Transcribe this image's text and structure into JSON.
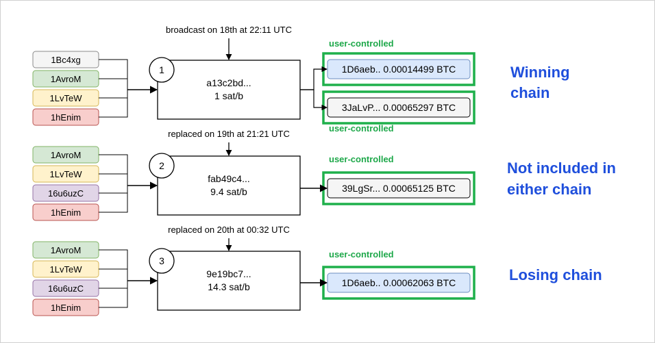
{
  "colors": {
    "input_white": "#f5f5f5",
    "input_green": "#d5e8d4",
    "input_yellow": "#fff2cc",
    "input_purple": "#e1d5e7",
    "input_red": "#f8cecc",
    "output_blue": "#dae8fc",
    "highlight_green": "#1fb04b",
    "label_green": "#1ea84a",
    "annotation_blue": "#1f4fdc"
  },
  "transactions": [
    {
      "event": "broadcast on 18th at 22:11 UTC",
      "number": "1",
      "txid": "a13c2bd...",
      "feerate": "1 sat/b",
      "inputs": [
        {
          "label": "1Bc4xg",
          "color": "white"
        },
        {
          "label": "1AvroM",
          "color": "green"
        },
        {
          "label": "1LvTeW",
          "color": "yellow"
        },
        {
          "label": "1hEnim",
          "color": "red"
        }
      ],
      "outputs": [
        {
          "label": "1D6aeb.. 0.00014499 BTC",
          "color": "blue",
          "tag": "user-controlled",
          "tag_position": "above"
        },
        {
          "label": "3JaLvP... 0.00065297 BTC",
          "color": "white",
          "tag": "user-controlled",
          "tag_position": "below"
        }
      ],
      "annotation": [
        "Winning",
        "chain"
      ]
    },
    {
      "event": "replaced on 19th at 21:21 UTC",
      "number": "2",
      "txid": "fab49c4...",
      "feerate": "9.4 sat/b",
      "inputs": [
        {
          "label": "1AvroM",
          "color": "green"
        },
        {
          "label": "1LvTeW",
          "color": "yellow"
        },
        {
          "label": "16u6uzC",
          "color": "purple"
        },
        {
          "label": "1hEnim",
          "color": "red"
        }
      ],
      "outputs": [
        {
          "label": "39LgSr... 0.00065125 BTC",
          "color": "white",
          "tag": "user-controlled",
          "tag_position": "above"
        }
      ],
      "annotation": [
        "Not included in",
        "either chain"
      ]
    },
    {
      "event": "replaced on 20th at 00:32 UTC",
      "number": "3",
      "txid": "9e19bc7...",
      "feerate": "14.3 sat/b",
      "inputs": [
        {
          "label": "1AvroM",
          "color": "green"
        },
        {
          "label": "1LvTeW",
          "color": "yellow"
        },
        {
          "label": "16u6uzC",
          "color": "purple"
        },
        {
          "label": "1hEnim",
          "color": "red"
        }
      ],
      "outputs": [
        {
          "label": "1D6aeb.. 0.00062063 BTC",
          "color": "blue",
          "tag": "user-controlled",
          "tag_position": "above"
        }
      ],
      "annotation": [
        "Losing chain"
      ]
    }
  ]
}
